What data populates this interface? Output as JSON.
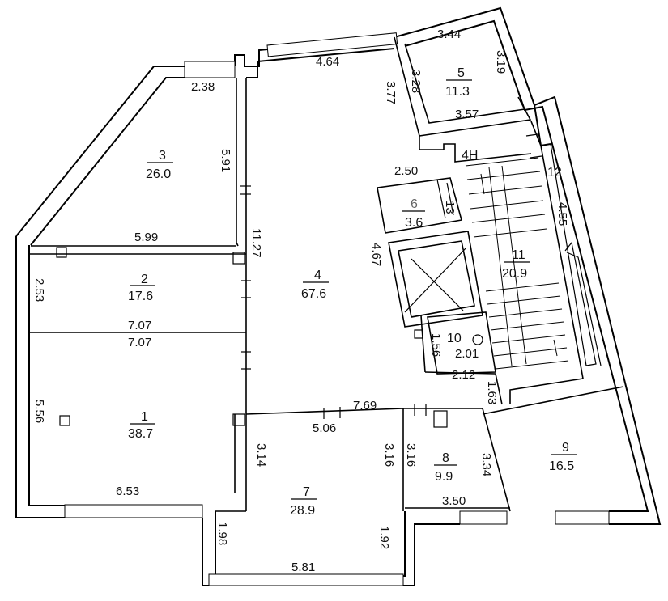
{
  "rooms": [
    {
      "number": "1",
      "area": "38.7"
    },
    {
      "number": "2",
      "area": "17.6"
    },
    {
      "number": "3",
      "area": "26.0"
    },
    {
      "number": "4",
      "area": "67.6"
    },
    {
      "number": "5",
      "area": "11.3"
    },
    {
      "number": "6",
      "area": "3.6"
    },
    {
      "number": "7",
      "area": "28.9"
    },
    {
      "number": "8",
      "area": "9.9"
    },
    {
      "number": "9",
      "area": "16.5"
    },
    {
      "number": "10",
      "area": ""
    },
    {
      "number": "11",
      "area": "20.9"
    },
    {
      "number": "12",
      "area": ""
    }
  ],
  "labels": {
    "stair_code": "4H",
    "small_closet": "13"
  },
  "dimensions": [
    "2.38",
    "4.64",
    "3.44",
    "3.19",
    "3.28",
    "3.77",
    "3.57",
    "5.91",
    "5.99",
    "11.27",
    "2.53",
    "7.07",
    "7.07",
    "5.56",
    "6.53",
    "2.50",
    "4.67",
    "4.55",
    "1.56",
    "2.01",
    "2.12",
    "1.63",
    "7.69",
    "5.06",
    "3.14",
    "3.16",
    "3.16",
    "3.34",
    "3.50",
    "1.98",
    "1.92",
    "5.81"
  ]
}
